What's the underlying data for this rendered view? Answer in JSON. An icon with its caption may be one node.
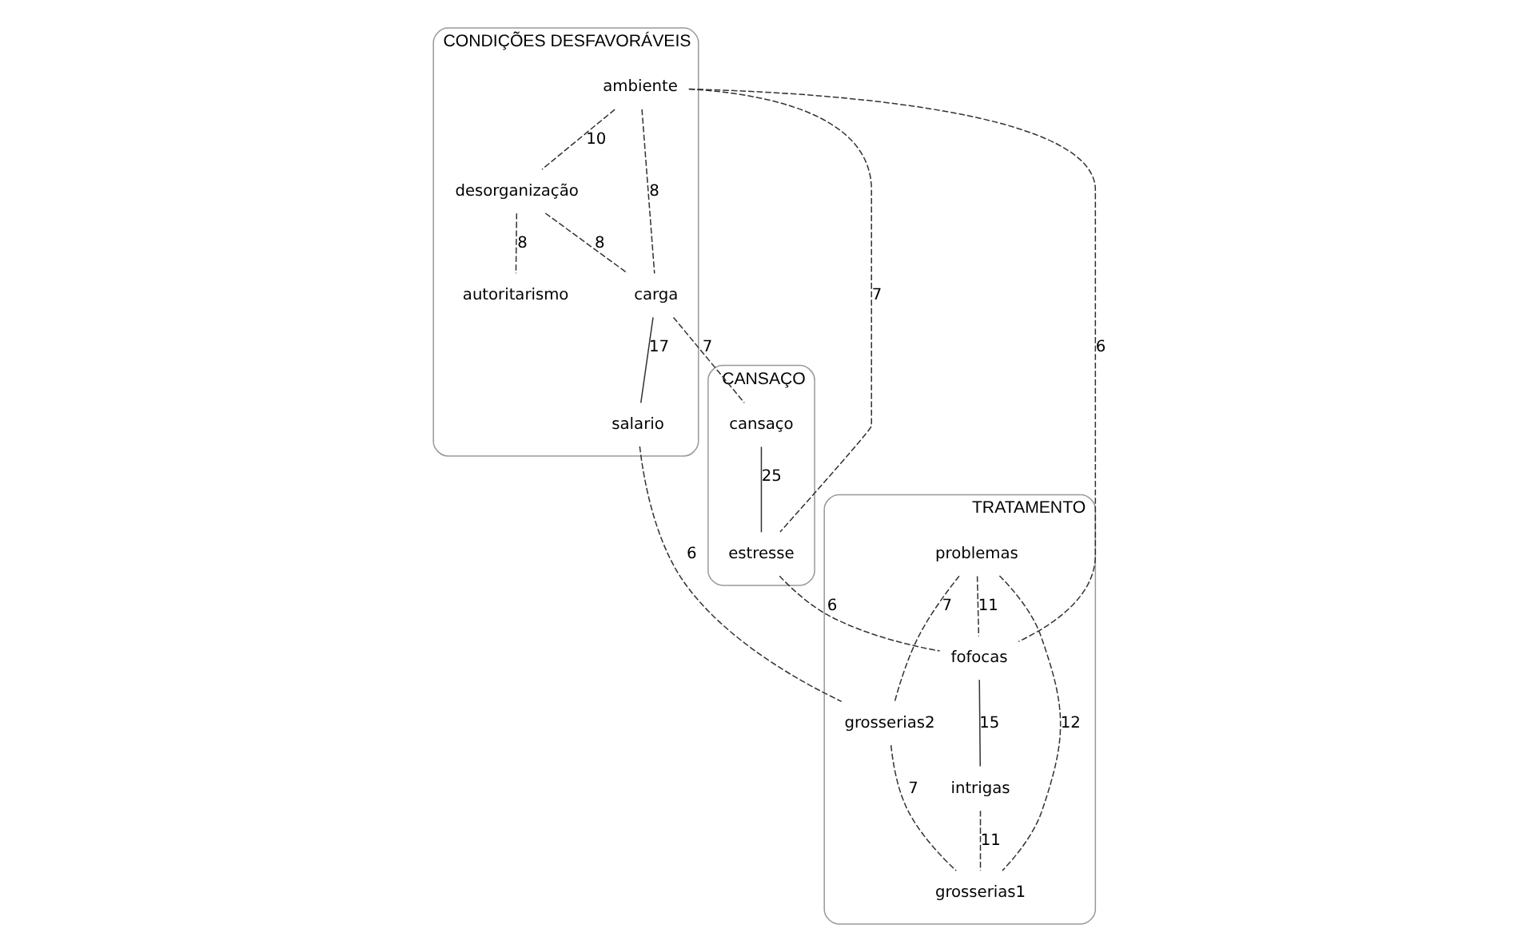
{
  "diagram": {
    "nodes": [
      {
        "text": [
          "CONDIÇÕES DESFAVORÁVEIS"
        ]
      },
      {
        "text": [
          "ambiente"
        ],
        "in": 0
      },
      {
        "text": [
          "desorganização"
        ],
        "in": 0
      },
      {
        "text": [
          "autoritarismo"
        ],
        "in": 0
      },
      {
        "text": [
          "carga"
        ],
        "in": 0
      },
      {
        "text": [
          "salario"
        ],
        "in": 0
      },
      {
        "text": [
          "CANSAÇO"
        ]
      },
      {
        "text": [
          "cansaço"
        ],
        "in": 6
      },
      {
        "text": [
          "estresse"
        ],
        "in": 6
      },
      {
        "text": [
          "TRATAMENTO"
        ]
      },
      {
        "text": [
          "problemas"
        ],
        "in": 9
      },
      {
        "text": [
          "grosserias2"
        ],
        "in": 9
      },
      {
        "text": [
          "fofocas"
        ],
        "in": 9
      },
      {
        "text": [
          "intrigas"
        ],
        "in": 9
      },
      {
        "text": [
          "grosserias1"
        ],
        "in": 9
      }
    ],
    "edges": [
      {
        "from": 1,
        "to": 2,
        "arrow": "none",
        "label": "10",
        "style": "dashed"
      },
      {
        "from": 1,
        "to": 4,
        "arrow": "none",
        "label": "8",
        "style": "dashed"
      },
      {
        "from": 2,
        "to": 3,
        "arrow": "none",
        "label": "8",
        "style": "dashed"
      },
      {
        "from": 2,
        "to": 4,
        "arrow": "none",
        "label": "8",
        "style": "dashed"
      },
      {
        "from": 1,
        "to": 8,
        "arrow": "none",
        "label": "7",
        "style": "dashed"
      },
      {
        "from": 4,
        "to": 7,
        "arrow": "none",
        "label": "7",
        "style": "dashed"
      },
      {
        "from": 1,
        "to": 12,
        "arrow": "none",
        "label": "6",
        "style": "dashed"
      },
      {
        "from": 4,
        "to": 5,
        "arrow": "none",
        "label": "17"
      },
      {
        "from": 7,
        "to": 8,
        "arrow": "none",
        "label": "25"
      },
      {
        "from": 5,
        "to": 11,
        "arrow": "none",
        "label": "6",
        "style": "dashed"
      },
      {
        "from": 8,
        "to": 12,
        "arrow": "none",
        "label": "6",
        "style": "dashed"
      },
      {
        "from": 10,
        "to": 11,
        "arrow": "none",
        "label": "7",
        "style": "dashed"
      },
      {
        "from": 10,
        "to": 12,
        "arrow": "none",
        "label": "11",
        "style": "dashed"
      },
      {
        "from": 10,
        "to": 14,
        "arrow": "none",
        "label": "12",
        "style": "dashed"
      },
      {
        "from": 11,
        "to": 14,
        "arrow": "none",
        "label": "7",
        "style": "dashed"
      },
      {
        "from": 12,
        "to": 13,
        "arrow": "none",
        "label": "15"
      },
      {
        "from": 13,
        "to": 14,
        "arrow": "none",
        "label": "11",
        "style": "dashed"
      }
    ]
  }
}
